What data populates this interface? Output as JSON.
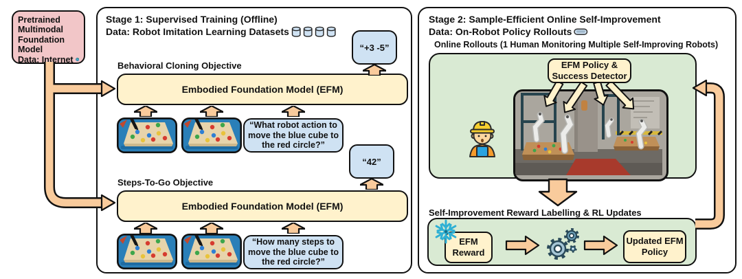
{
  "pretrained": {
    "title": "Pretrained Multimodal Foundation Model",
    "data_label": "Data: Internet"
  },
  "stage1": {
    "title": "Stage 1: Supervised Training (Offline)",
    "data_label": "Data: Robot Imitation Learning Datasets",
    "bc": {
      "label": "Behavioral Cloning Objective",
      "model": "Embodied Foundation Model (EFM)",
      "output": "“+3 -5”",
      "question": "“What robot action to move the blue cube to the red circle?”"
    },
    "stg": {
      "label": "Steps-To-Go Objective",
      "model": "Embodied Foundation Model (EFM)",
      "output": "“42”",
      "question": "“How many steps to move the blue cube to the red circle?”"
    }
  },
  "stage2": {
    "title": "Stage 2: Sample-Efficient Online Self-Improvement",
    "data_label": "Data: On-Robot Policy Rollouts",
    "rollouts": {
      "label": "Online Rollouts (1 Human Monitoring Multiple Self-Improving Robots)",
      "policy_box": "EFM Policy & Success Detector"
    },
    "improve": {
      "label": "Self-Improvement Reward Labelling & RL Updates",
      "reward": "EFM Reward",
      "updated": "Updated EFM Policy"
    }
  },
  "icons": {
    "internet": "globe-icon",
    "stage1_data": "database-icon",
    "stage2_data": "disk-icon",
    "human_monitor": "construction-worker-icon",
    "frozen_reward": "snowflake-icon",
    "rl_update": "gears-icon"
  },
  "colors": {
    "arrow": "#f9cb9c",
    "pink": "#f2c6c8",
    "yellow": "#fff2cc",
    "blue": "#cfe2f3",
    "green": "#d9ead3"
  }
}
